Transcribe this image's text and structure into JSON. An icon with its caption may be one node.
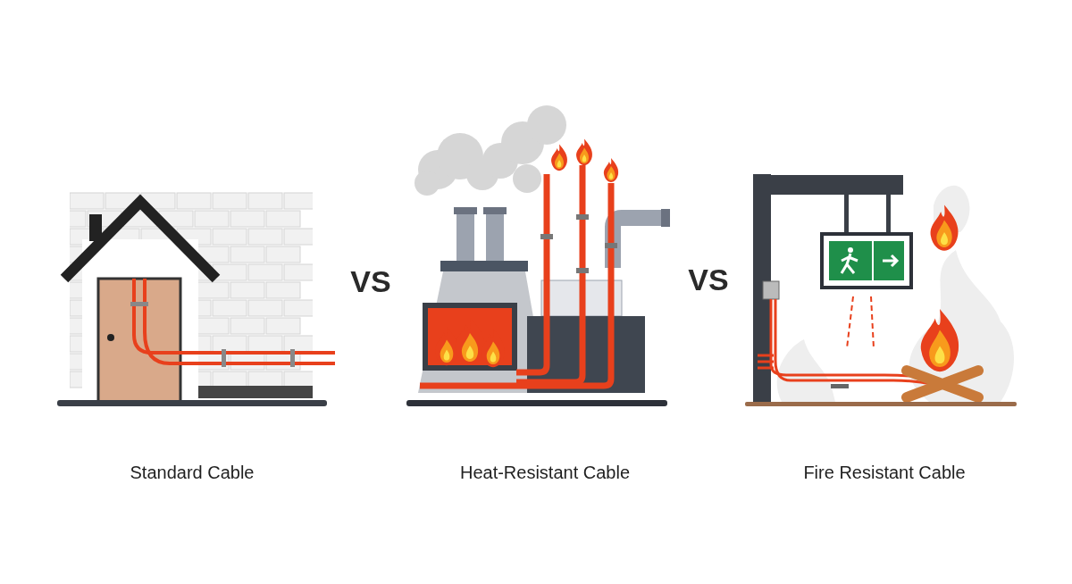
{
  "diagram": {
    "labels": [
      "VS",
      "VS",
      "Standard Cable",
      "Heat-Resistant Cable",
      "Fire Resistant Cable"
    ]
  }
}
